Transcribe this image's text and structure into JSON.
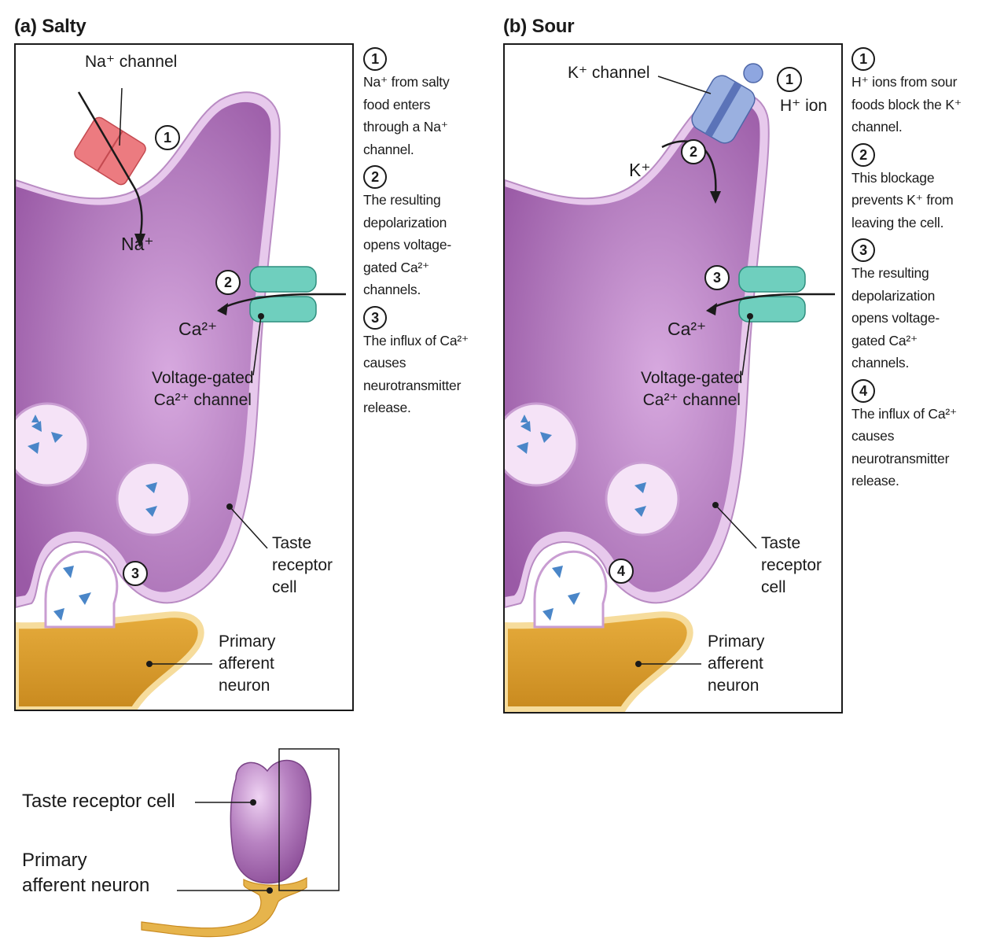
{
  "panels": {
    "a": {
      "title": "(a) Salty",
      "labels": {
        "channel": "Na⁺ channel",
        "ion_inside": "Na⁺",
        "ca_ion": "Ca²⁺",
        "ca_channel": "Voltage-gated\nCa²⁺ channel",
        "cell": "Taste\nreceptor\ncell",
        "neuron": "Primary\nafferent\nneuron"
      },
      "markers": [
        "1",
        "2",
        "3"
      ],
      "steps": [
        {
          "num": "1",
          "text": "Na⁺ from salty\nfood enters\nthrough a Na⁺\nchannel."
        },
        {
          "num": "2",
          "text": "The resulting\ndepolarization\nopens voltage-\ngated Ca²⁺\nchannels."
        },
        {
          "num": "3",
          "text": "The influx of Ca²⁺\ncauses\nneurotransmitter\nrelease."
        }
      ]
    },
    "b": {
      "title": "(b) Sour",
      "labels": {
        "channel": "K⁺ channel",
        "h_ion": "H⁺ ion",
        "k_ion": "K⁺",
        "ca_ion": "Ca²⁺",
        "ca_channel": "Voltage-gated\nCa²⁺ channel",
        "cell": "Taste\nreceptor\ncell",
        "neuron": "Primary\nafferent\nneuron"
      },
      "markers": [
        "1",
        "2",
        "3",
        "4"
      ],
      "steps": [
        {
          "num": "1",
          "text": "H⁺ ions from sour\nfoods block the K⁺\nchannel."
        },
        {
          "num": "2",
          "text": "This blockage\nprevents K⁺ from\nleaving the cell."
        },
        {
          "num": "3",
          "text": "The resulting\ndepolarization\nopens voltage-\ngated Ca²⁺\nchannels."
        },
        {
          "num": "4",
          "text": "The influx of Ca²⁺\ncauses\nneurotransmitter\nrelease."
        }
      ]
    }
  },
  "overview": {
    "cell_label": "Taste receptor cell",
    "neuron_label": "Primary\nafferent neuron"
  },
  "colors": {
    "cell": "#9a5aa6",
    "cell_light": "#cf9fd8",
    "membrane": "#e7c9ec",
    "na_channel": "#ec7b80",
    "k_channel": "#9ab0e0",
    "ca_channel": "#6fcfbe",
    "neuron": "#d99a2b",
    "neuron_edge": "#f6dc9c",
    "vesicle_ion": "#4a86c8"
  }
}
